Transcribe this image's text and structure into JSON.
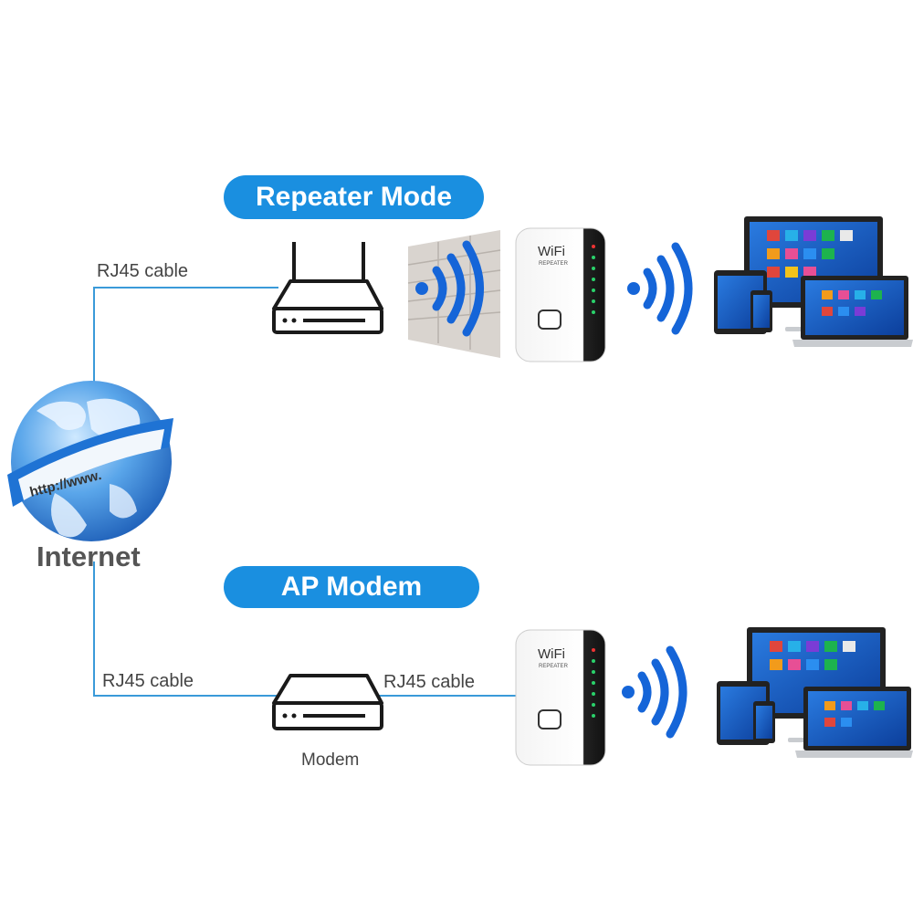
{
  "modes": {
    "repeater_title": "Repeater Mode",
    "ap_title": "AP Modem"
  },
  "labels": {
    "cable_top": "RJ45 cable",
    "cable_bottom_left": "RJ45 cable",
    "cable_bottom_right": "RJ45 cable",
    "modem": "Modem",
    "internet": "Internet",
    "globe_url": "http://www.",
    "repeater_brand": "WiFi",
    "repeater_sub": "REPEATER"
  },
  "colors": {
    "accent": "#1a8fe0",
    "cable": "#3a9ad9",
    "wifi_waves": "#1565d8"
  }
}
